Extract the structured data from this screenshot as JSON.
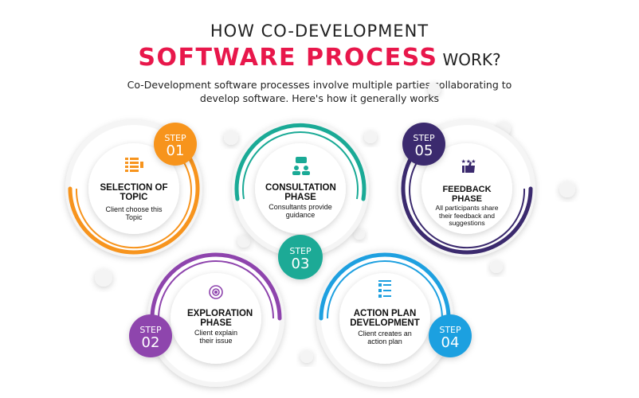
{
  "header": {
    "line1": "HOW CO-DEVELOPMENT",
    "line2_main": "SOFTWARE PROCESS",
    "line2_suffix": "WORK?",
    "subtitle": "Co-Development software processes involve multiple parties collaborating to develop software. Here's how it generally works"
  },
  "colors": {
    "title_accent": "#e8174b",
    "step1": "#f7941d",
    "step2": "#8e44ad",
    "step3": "#1aaa96",
    "step4": "#1ea0e0",
    "step5": "#3b2a6e"
  },
  "steps": [
    {
      "step_label": "STEP",
      "number": "01",
      "title": "SELECTION OF TOPIC",
      "description": "Client choose this Topic",
      "icon": "list-document-icon"
    },
    {
      "step_label": "STEP",
      "number": "02",
      "title": "EXPLORATION PHASE",
      "description": "Client explain their issue",
      "icon": "gear-target-icon"
    },
    {
      "step_label": "STEP",
      "number": "03",
      "title": "CONSULTATION PHASE",
      "description": "Consultants provide guidance",
      "icon": "consultation-people-icon"
    },
    {
      "step_label": "STEP",
      "number": "04",
      "title": "ACTION PLAN DEVELOPMENT",
      "description": "Client creates an action plan",
      "icon": "checklist-icon"
    },
    {
      "step_label": "STEP",
      "number": "05",
      "title": "FEEDBACK PHASE",
      "description": "All participants share their feedback and suggestions",
      "icon": "thumbs-up-stars-icon"
    }
  ]
}
